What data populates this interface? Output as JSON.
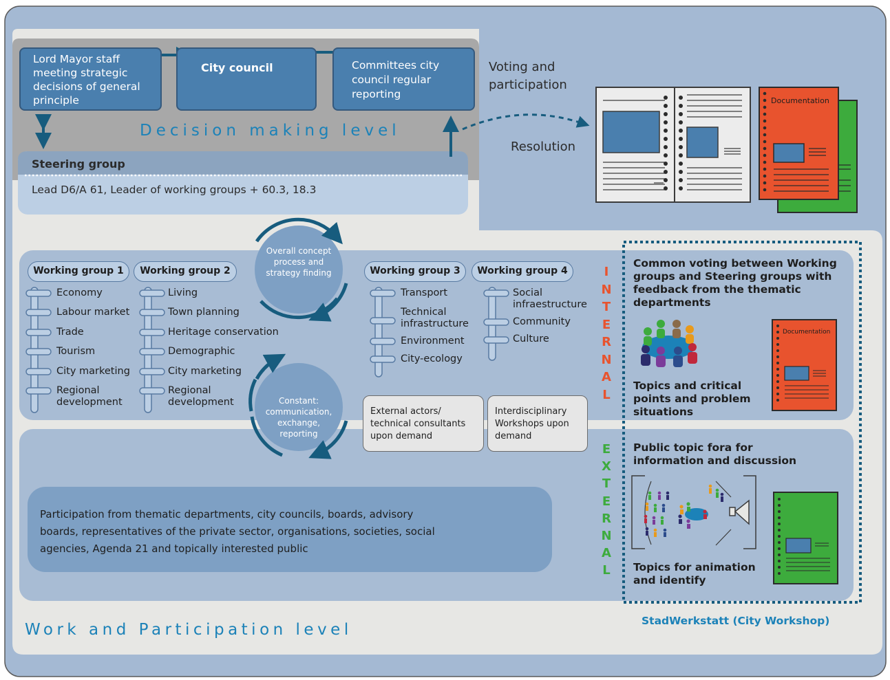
{
  "decision": {
    "lord_mayor": "Lord Mayor staff meeting strategic decisions of general principle",
    "city_council": "City council",
    "committees": "Committees city council regular reporting",
    "level_label": "Decision making level",
    "steering_title": "Steering group",
    "steering_text": "Lead D6/A 61, Leader of working  groups + 60.3, 18.3"
  },
  "voting": {
    "title": "Voting and participation",
    "resolution": "Resolution",
    "documentation": "Documentation"
  },
  "cycle": {
    "top": "Overall concept process and strategy finding",
    "bottom": "Constant: communication, exchange, reporting"
  },
  "working_groups": [
    {
      "name": "Working group 1",
      "items": [
        "Economy",
        "Labour market",
        "Trade",
        "Tourism",
        "City marketing",
        "Regional development"
      ]
    },
    {
      "name": "Working group 2",
      "items": [
        "Living",
        "Town planning",
        "Heritage conservation",
        "Demographic",
        "City marketing",
        "Regional development"
      ]
    },
    {
      "name": "Working group 3",
      "items": [
        "Transport",
        "Technical infrastructure",
        "Environment",
        "City-ecology"
      ]
    },
    {
      "name": "Working group 4",
      "items": [
        "Social infraestructure",
        "Community",
        "Culture"
      ]
    }
  ],
  "external_actors": "External actors/ technical consultants upon demand",
  "interdisciplinary": "Interdisciplinary Workshops upon demand",
  "participation_text": "Participation from thematic departments, city councils, boards, advisory boards, representatives of the private sector, organisations, societies, social agencies, Agenda 21 and topically interested public",
  "internal_label": "INTERNAL",
  "external_label": "EXTERNAL",
  "stadwerkstatt": {
    "common_voting": "Common voting between Working groups and Steering groups with feedback from the thematic departments",
    "topics_critical": "Topics and critical points and problem situations",
    "public_fora": "Public topic fora for information and discussion",
    "topics_animation": "Topics for animation and identify",
    "documentation": "Documentation",
    "title": "StadWerkstatt (City Workshop)"
  },
  "work_level_label": "Work and Participation level",
  "colors": {
    "frame": "#a4b9d3",
    "decision_bg": "#a8a8a8",
    "box_blue": "#4a7fae",
    "dark_blue": "#175c7e",
    "accent_text": "#1c82b8",
    "internal": "#e8532e",
    "external": "#3dab3d"
  },
  "icons": [
    "arrow-icon",
    "document-icon",
    "people-group-icon",
    "projector-icon",
    "cycle-arrow-icon"
  ]
}
